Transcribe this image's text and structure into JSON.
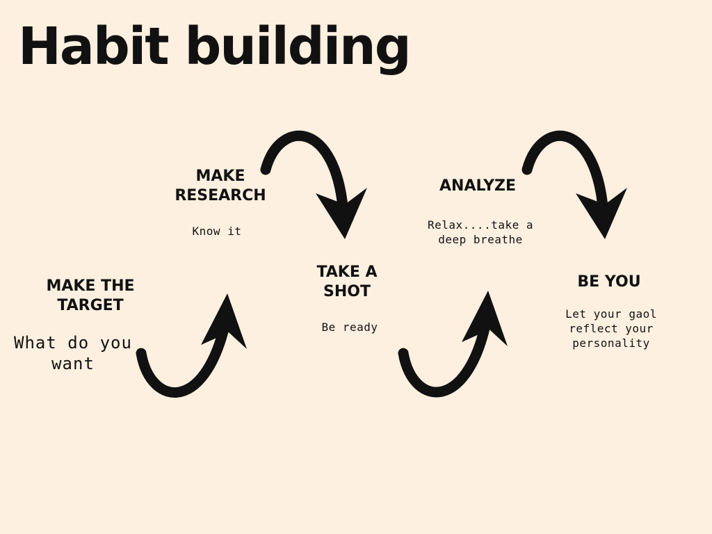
{
  "title": "Habit building",
  "steps": [
    {
      "title_lines": [
        "MAKE THE",
        "TARGET"
      ],
      "note_lines": [
        "What do you",
        "want"
      ]
    },
    {
      "title_lines": [
        "MAKE",
        "RESEARCH"
      ],
      "note_lines": [
        "Know it"
      ]
    },
    {
      "title_lines": [
        "TAKE A",
        "SHOT"
      ],
      "note_lines": [
        "Be ready"
      ]
    },
    {
      "title_lines": [
        "ANALYZE"
      ],
      "note_lines": [
        "Relax....take a",
        "deep breathe"
      ]
    },
    {
      "title_lines": [
        "BE YOU"
      ],
      "note_lines": [
        "Let your gaol",
        "reflect your",
        "personality"
      ]
    }
  ],
  "arrows": [
    {
      "direction": "up",
      "icon": "curved-arrow-up-icon"
    },
    {
      "direction": "down",
      "icon": "curved-arrow-down-icon"
    },
    {
      "direction": "up",
      "icon": "curved-arrow-up-icon"
    },
    {
      "direction": "down",
      "icon": "curved-arrow-down-icon"
    }
  ],
  "colors": {
    "background": "#fdf0e0",
    "ink": "#111111"
  }
}
